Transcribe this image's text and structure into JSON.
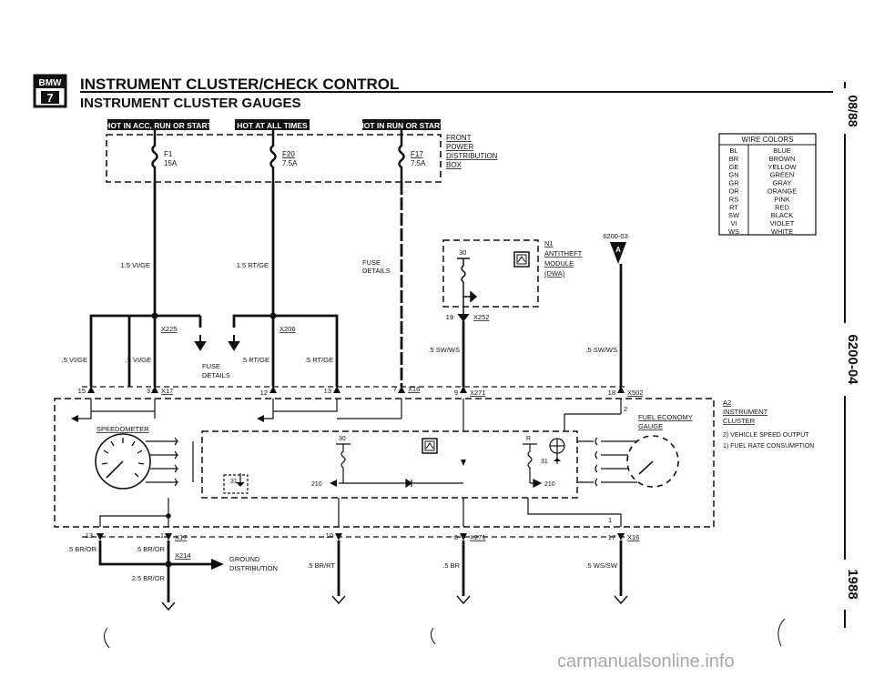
{
  "header": {
    "logo_text": "BMW",
    "logo_sub": "7",
    "title": "INSTRUMENT CLUSTER/CHECK CONTROL",
    "subtitle": "INSTRUMENT CLUSTER GAUGES"
  },
  "side": {
    "date": "08/88",
    "code": "6200-04",
    "year": "1988"
  },
  "hot_labels": {
    "acc": "HOT IN ACC, RUN OR START",
    "always": "HOT AT ALL TIMES",
    "run": "HOT IN RUN OR START"
  },
  "fuses": {
    "f1": "F1",
    "f1_amp": "15A",
    "f20": "F20",
    "f20_amp": "7.5A",
    "f17": "F17",
    "f17_amp": "7.5A",
    "box": [
      "FRONT",
      "POWER",
      "DISTRIBUTION",
      "BOX"
    ]
  },
  "wire_colors": {
    "title": "WIRE COLORS",
    "rows": [
      [
        "BL",
        "BLUE"
      ],
      [
        "BR",
        "BROWN"
      ],
      [
        "GE",
        "YELLOW"
      ],
      [
        "GN",
        "GREEN"
      ],
      [
        "GR",
        "GRAY"
      ],
      [
        "OR",
        "ORANGE"
      ],
      [
        "RS",
        "PINK"
      ],
      [
        "RT",
        "RED"
      ],
      [
        "SW",
        "BLACK"
      ],
      [
        "VI",
        "VIOLET"
      ],
      [
        "WS",
        "WHITE"
      ]
    ]
  },
  "wires": {
    "vige_15": "1.5 VI/GE",
    "rtge_15": "1.5 RT/GE",
    "vige_05_left": ".5 VI/GE",
    "vige_05": ".5 VI/GE",
    "rtge_05_a": ".5 RT/GE",
    "rtge_05_b": ".5 RT/GE",
    "swws_a": ".5 SW/WS",
    "swws_b": ".5 SW/WS",
    "bror_a": ".5 BR/OR",
    "bror_b": ".5 BR/OR",
    "bror_25": "2.5 BR/OR",
    "brrt": ".5 BR/RT",
    "br": ".5 BR",
    "wssw": ".5 WS/SW"
  },
  "fuse_details": [
    "FUSE",
    "DETAILS"
  ],
  "connectors": {
    "x225": "X225",
    "x206": "X206",
    "x17": "X17",
    "x16": "X16",
    "x252": "X252",
    "x271": "X271",
    "x502": "X502",
    "x214": "X214",
    "p15": "15",
    "p3": "3",
    "p12": "12",
    "p13": "13",
    "p7": "7",
    "p9": "9",
    "p19": "19",
    "p18": "18",
    "p2": "2",
    "p13b": "13",
    "p1a": "1",
    "p10": "10",
    "p8": "8",
    "p17": "17",
    "p1b": "1"
  },
  "module": {
    "ref": "N1",
    "name": [
      "ANTITHEFT",
      "MODULE",
      "(DWA)"
    ],
    "pin": "30"
  },
  "ref_6200": "6200-03",
  "ref_a": "A",
  "cluster": {
    "speedometer": "SPEEDOMETER",
    "fuel_gauge": [
      "FUEL ECONOMY",
      "GAUGE"
    ],
    "a2": "A2",
    "a2_name": [
      "INSTRUMENT",
      "CLUSTER"
    ],
    "notes": [
      "2) VEHICLE SPEED OUTPUT",
      "1) FUEL RATE CONSUMPTION"
    ],
    "pin30": "30",
    "pin31a": "31",
    "pin31b": "31",
    "pin210a": "210",
    "pin210b": "210",
    "r": "R"
  },
  "ground": [
    "GROUND",
    "DISTRIBUTION"
  ],
  "watermark": "carmanualsonline.info"
}
